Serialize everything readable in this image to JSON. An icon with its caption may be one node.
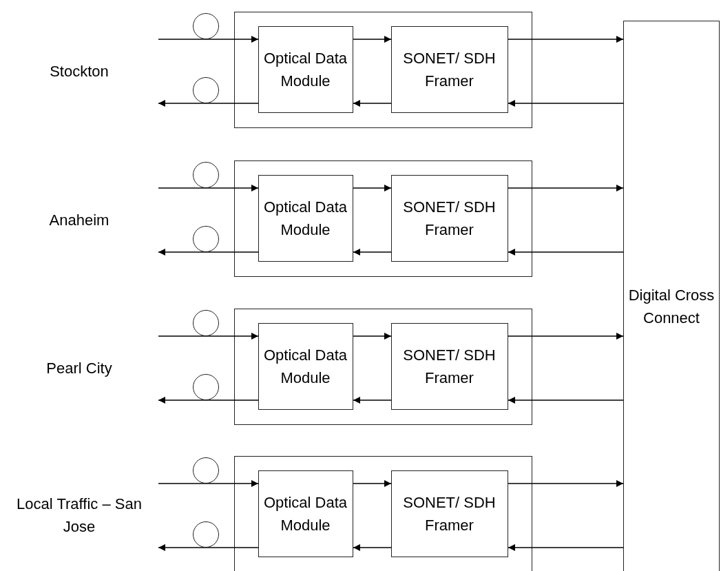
{
  "diagram": {
    "nodes": [
      {
        "text": [],
        "shape": "box"
      },
      {
        "text": [],
        "shape": "circle"
      },
      {
        "text": [],
        "shape": "circle"
      },
      {
        "text": [
          "Optical Data Module"
        ],
        "in": 0
      },
      {
        "text": [
          "SONET/ SDH Framer"
        ],
        "in": 0
      },
      {
        "text": [],
        "shape": "box"
      },
      {
        "text": [],
        "shape": "circle"
      },
      {
        "text": [],
        "shape": "circle"
      },
      {
        "text": [
          "Optical Data Module"
        ],
        "in": 5
      },
      {
        "text": [
          "SONET/ SDH Framer"
        ],
        "in": 5
      },
      {
        "text": [],
        "shape": "box"
      },
      {
        "text": [],
        "shape": "circle"
      },
      {
        "text": [],
        "shape": "circle"
      },
      {
        "text": [
          "Optical Data Module"
        ],
        "in": 10
      },
      {
        "text": [
          "SONET/ SDH Framer"
        ],
        "in": 10
      },
      {
        "text": [],
        "shape": "box"
      },
      {
        "text": [],
        "shape": "circle"
      },
      {
        "text": [],
        "shape": "circle"
      },
      {
        "text": [
          "Optical Data Module"
        ],
        "in": 15
      },
      {
        "text": [
          "SONET/ SDH Framer"
        ],
        "in": 15
      },
      {
        "text": [
          "Digital Cross Connect"
        ]
      }
    ],
    "edges": [
      {
        "from": null,
        "to": 3,
        "arrow": "to"
      },
      {
        "from": 3,
        "to": 4,
        "arrow": "to"
      },
      {
        "from": 4,
        "to": 20,
        "arrow": "to"
      },
      {
        "from": 20,
        "to": 4,
        "arrow": "to"
      },
      {
        "from": 4,
        "to": 3,
        "arrow": "to"
      },
      {
        "from": 3,
        "to": null,
        "arrow": "to"
      },
      {
        "from": null,
        "to": 8,
        "arrow": "to"
      },
      {
        "from": 8,
        "to": 9,
        "arrow": "to"
      },
      {
        "from": 9,
        "to": 20,
        "arrow": "to"
      },
      {
        "from": 20,
        "to": 9,
        "arrow": "to"
      },
      {
        "from": 9,
        "to": 8,
        "arrow": "to"
      },
      {
        "from": 8,
        "to": null,
        "arrow": "to"
      },
      {
        "from": null,
        "to": 13,
        "arrow": "to"
      },
      {
        "from": 13,
        "to": 14,
        "arrow": "to"
      },
      {
        "from": 14,
        "to": 20,
        "arrow": "to"
      },
      {
        "from": 20,
        "to": 14,
        "arrow": "to"
      },
      {
        "from": 14,
        "to": 13,
        "arrow": "to"
      },
      {
        "from": 13,
        "to": null,
        "arrow": "to"
      },
      {
        "from": null,
        "to": 18,
        "arrow": "to"
      },
      {
        "from": 18,
        "to": 19,
        "arrow": "to"
      },
      {
        "from": 19,
        "to": 20,
        "arrow": "to"
      },
      {
        "from": 20,
        "to": 19,
        "arrow": "to"
      },
      {
        "from": 19,
        "to": 18,
        "arrow": "to"
      },
      {
        "from": 18,
        "to": null,
        "arrow": "to"
      }
    ],
    "labels": [
      "Stockton",
      "Anaheim",
      "Pearl City",
      "Local Traffic – San Jose"
    ]
  }
}
